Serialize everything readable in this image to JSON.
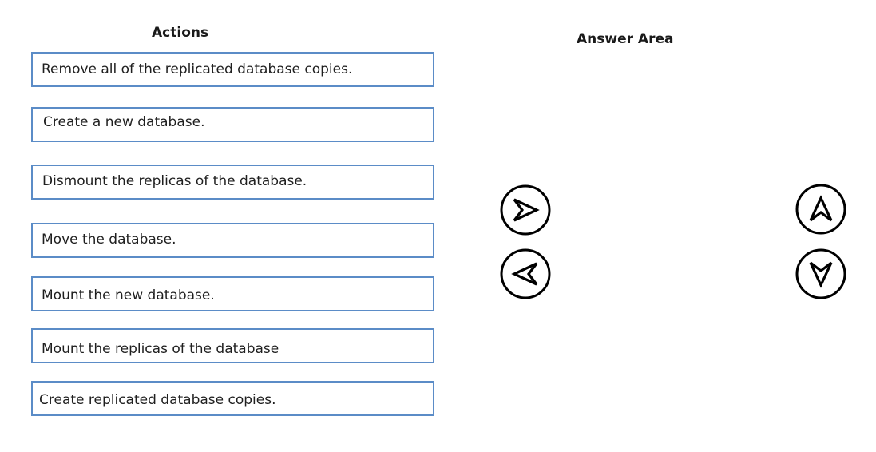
{
  "actions": {
    "heading": "Actions",
    "items": [
      {
        "label": "Remove all of the replicated database copies."
      },
      {
        "label": "Create a new database."
      },
      {
        "label": "Dismount the replicas of the database."
      },
      {
        "label": "Move the database."
      },
      {
        "label": "Mount the new database."
      },
      {
        "label": "Mount the replicas of the database"
      },
      {
        "label": "Create replicated database copies."
      }
    ]
  },
  "answer_area": {
    "heading": "Answer Area"
  },
  "controls": {
    "move_right_icon": "arrow-right-icon",
    "move_left_icon": "arrow-left-icon",
    "move_up_icon": "arrow-up-icon",
    "move_down_icon": "arrow-down-icon"
  },
  "colors": {
    "box_border": "#5b8cc7",
    "icon_stroke": "#000000"
  }
}
